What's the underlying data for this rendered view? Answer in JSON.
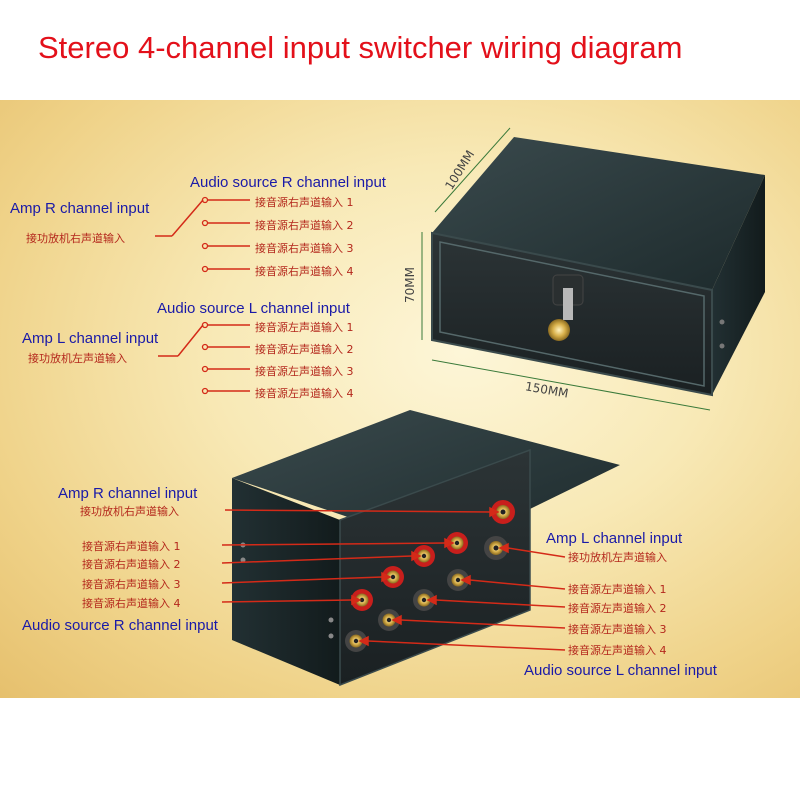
{
  "title": "Stereo 4-channel input switcher wiring diagram",
  "top_diagram": {
    "dims": {
      "depth": "100MM",
      "height": "70MM",
      "width": "150MM"
    },
    "amp_r": {
      "en": "Amp R channel input",
      "zh": "接功放机右声道输入"
    },
    "src_r": {
      "en": "Audio source R channel input",
      "items": [
        "接音源右声道输入 1",
        "接音源右声道输入 2",
        "接音源右声道输入 3",
        "接音源右声道输入 4"
      ]
    },
    "amp_l": {
      "en": "Amp L channel input",
      "zh": "接功放机左声道输入"
    },
    "src_l": {
      "en": "Audio source L channel input",
      "items": [
        "接音源左声道输入 1",
        "接音源左声道输入 2",
        "接音源左声道输入 3",
        "接音源左声道输入 4"
      ]
    }
  },
  "bottom_diagram": {
    "amp_r": {
      "en": "Amp R channel input",
      "zh": "接功放机右声道输入"
    },
    "src_r": {
      "en": "Audio source R channel input",
      "items": [
        "接音源右声道输入 1",
        "接音源右声道输入 2",
        "接音源右声道输入 3",
        "接音源右声道输入 4"
      ]
    },
    "amp_l": {
      "en": "Amp L channel input",
      "zh": "接功放机左声道输入"
    },
    "src_l": {
      "en": "Audio source L channel input",
      "items": [
        "接音源左声道输入 1",
        "接音源左声道输入 2",
        "接音源左声道输入 3",
        "接音源左声道输入 4"
      ]
    }
  },
  "colors": {
    "title": "#e3101a",
    "label_en": "#1a1aa8",
    "label_zh": "#b4271c",
    "wire": "#d42a18",
    "box": "#1c2a2c"
  }
}
